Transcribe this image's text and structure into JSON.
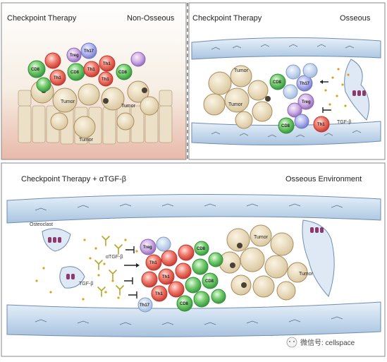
{
  "panels": {
    "top_left": {
      "title": "Checkpoint Therapy",
      "subtitle": "Non-Osseous",
      "labels": {
        "treg": "Treg",
        "th17": "Th17",
        "cd8": "CD8",
        "th1": "Th1",
        "tumor": "Tumor"
      }
    },
    "top_right": {
      "title": "Checkpoint Therapy",
      "subtitle": "Osseous",
      "labels": {
        "tumor": "Tumor",
        "cd8": "CD8",
        "th17": "Th17",
        "treg": "Treg",
        "th1": "Th1",
        "tgfb": "TGF-β"
      }
    },
    "bottom": {
      "title": "Checkpoint Therapy + αTGF-β",
      "subtitle": "Osseous Environment",
      "labels": {
        "osteoclast": "Osteoclast",
        "atgfb": "αTGF-β",
        "tgfb": "TGF-β",
        "treg": "Treg",
        "th1": "Th1",
        "th17": "Th17",
        "cd8": "CD8",
        "tumor": "Tumor"
      }
    }
  },
  "watermark": "微信号: cellspace",
  "colors": {
    "cd8": "#3aa64a",
    "th1": "#d9443a",
    "th17": "#8b8fd6",
    "treg": "#b48fd0",
    "tumor": "#e9dcc0",
    "bone": "#cfe0f0",
    "border": "#555555"
  }
}
